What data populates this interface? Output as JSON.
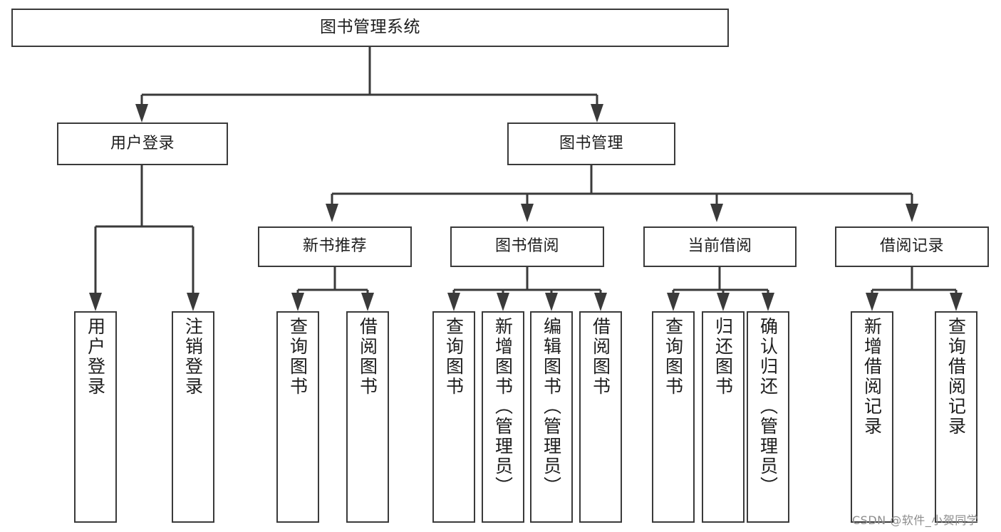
{
  "diagram": {
    "type": "hierarchy-tree",
    "title": "图书管理系统",
    "root": {
      "label": "图书管理系统"
    },
    "level2": [
      {
        "label": "用户登录"
      },
      {
        "label": "图书管理"
      }
    ],
    "level3": [
      {
        "label": "新书推荐"
      },
      {
        "label": "图书借阅"
      },
      {
        "label": "当前借阅"
      },
      {
        "label": "借阅记录"
      }
    ],
    "leaves": {
      "user_login": [
        {
          "label": "用户登录"
        },
        {
          "label": "注销登录"
        }
      ],
      "new_book_recommend": [
        {
          "label": "查询图书"
        },
        {
          "label": "借阅图书"
        }
      ],
      "book_borrow": [
        {
          "label": "查询图书"
        },
        {
          "label": "新增图书（管理员）"
        },
        {
          "label": "编辑图书（管理员）"
        },
        {
          "label": "借阅图书"
        }
      ],
      "current_borrow": [
        {
          "label": "查询图书"
        },
        {
          "label": "归还图书"
        },
        {
          "label": "确认归还（管理员）"
        }
      ],
      "borrow_record": [
        {
          "label": "新增借阅记录"
        },
        {
          "label": "查询借阅记录"
        }
      ]
    }
  },
  "watermark": {
    "text": "CSDN @软件_小贺同学"
  },
  "colors": {
    "stroke": "#3a3a3a",
    "text": "#1d1d1d",
    "background": "#ffffff",
    "watermark": "#8c8c8c"
  }
}
